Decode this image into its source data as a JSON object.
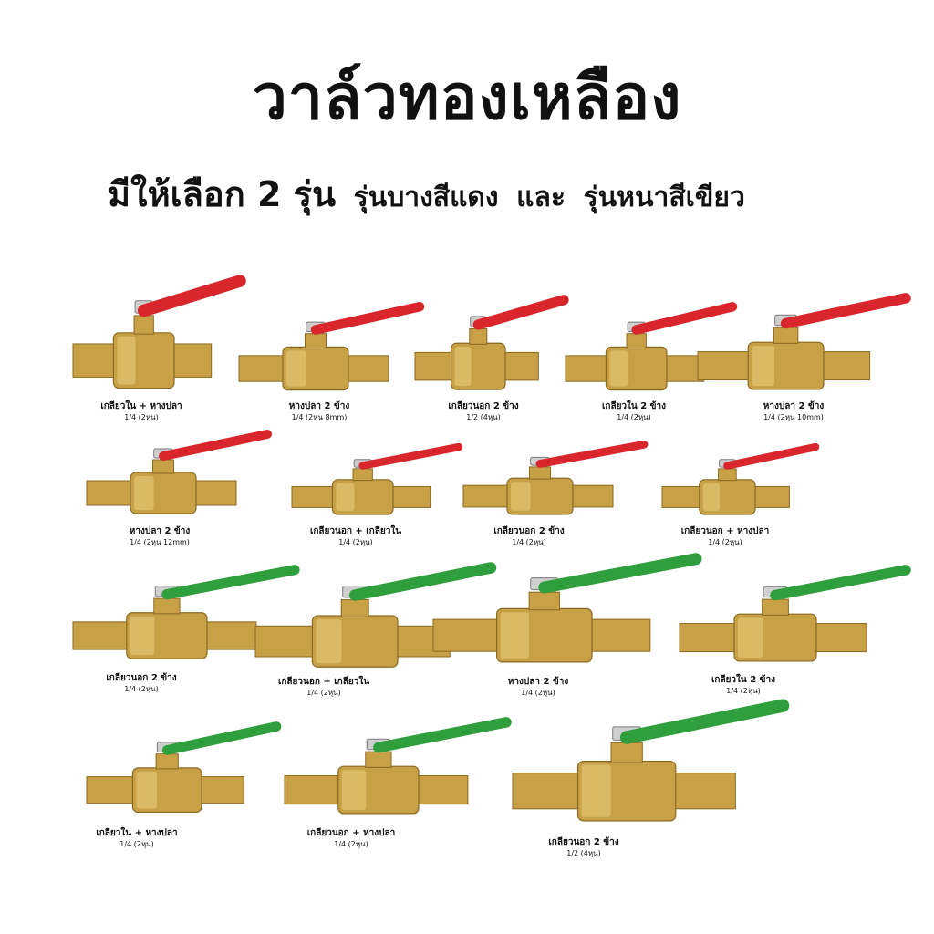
{
  "heading": {
    "title": "วาล์วทองเหลือง",
    "subtitle_main": "มีให้เลือก 2 รุ่น",
    "subtitle_red": "รุ่นบางสีแดง",
    "subtitle_and": "และ",
    "subtitle_green": "รุ่นหนาสีเขียว"
  },
  "colors": {
    "brass": "#c8a046",
    "brass_dark": "#8a6a22",
    "brass_light": "#e8cc7a",
    "handle_red": "#d8262c",
    "handle_green": "#2f9e3c"
  },
  "valves": [
    {
      "name": "เกลียวใน + หางปลา",
      "size": "1/4 (2หุน)",
      "handle": "red"
    },
    {
      "name": "หางปลา 2 ข้าง",
      "size": "1/4 (2หุน 8mm)",
      "handle": "red"
    },
    {
      "name": "เกลียวนอก 2 ข้าง",
      "size": "1/2 (4หุน)",
      "handle": "red"
    },
    {
      "name": "เกลียวใน 2 ข้าง",
      "size": "1/4 (2หุน)",
      "handle": "red"
    },
    {
      "name": "หางปลา 2 ข้าง",
      "size": "1/4 (2หุน 10mm)",
      "handle": "red"
    },
    {
      "name": "หางปลา 2 ข้าง",
      "size": "1/4 (2หุน 12mm)",
      "handle": "red"
    },
    {
      "name": "เกลียวนอก + เกลียวใน",
      "size": "1/4 (2หุน)",
      "handle": "red"
    },
    {
      "name": "เกลียวนอก 2 ข้าง",
      "size": "1/4 (2หุน)",
      "handle": "red"
    },
    {
      "name": "เกลียวนอก + หางปลา",
      "size": "1/4 (2หุน)",
      "handle": "red"
    },
    {
      "name": "เกลียวนอก 2 ข้าง",
      "size": "1/4 (2หุน)",
      "handle": "green"
    },
    {
      "name": "เกลียวนอก + เกลียวใน",
      "size": "1/4 (2หุน)",
      "handle": "green"
    },
    {
      "name": "หางปลา 2 ข้าง",
      "size": "1/4 (2หุน)",
      "handle": "green"
    },
    {
      "name": "เกลียวใน 2 ข้าง",
      "size": "1/4 (2หุน)",
      "handle": "green"
    },
    {
      "name": "เกลียวใน + หางปลา",
      "size": "1/4 (2หุน)",
      "handle": "green"
    },
    {
      "name": "เกลียวนอก + หางปลา",
      "size": "1/4 (2หุน)",
      "handle": "green"
    },
    {
      "name": "เกลียวนอก 2 ข้าง",
      "size": "1/2 (4หุน)",
      "handle": "green"
    }
  ]
}
